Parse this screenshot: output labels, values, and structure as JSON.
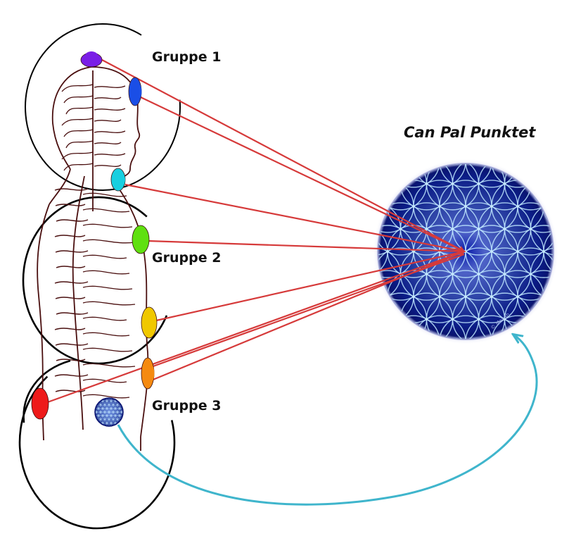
{
  "title": "Can Pal Punktet",
  "groups": [
    {
      "label": "Gruppe 1"
    },
    {
      "label": "Gruppe 2"
    },
    {
      "label": "Gruppe 3"
    }
  ],
  "chakras": [
    {
      "name": "crown",
      "color": "#7a1ee6"
    },
    {
      "name": "third-eye",
      "color": "#1a4ee6"
    },
    {
      "name": "throat",
      "color": "#18cfe0"
    },
    {
      "name": "heart",
      "color": "#5fe010"
    },
    {
      "name": "solar-plexus",
      "color": "#f0c800"
    },
    {
      "name": "sacral",
      "color": "#f58a10"
    },
    {
      "name": "root",
      "color": "#ee1a1a"
    }
  ],
  "colors": {
    "arrow": "#d63a3a",
    "return_arrow": "#3fb5cc",
    "nerve": "#4a0f0f",
    "circle": "#000000",
    "sphere_dark": "#0a1a80",
    "sphere_light": "#6a7fd0",
    "pattern": "#bfe8ff"
  },
  "watermark": "© Monah..."
}
